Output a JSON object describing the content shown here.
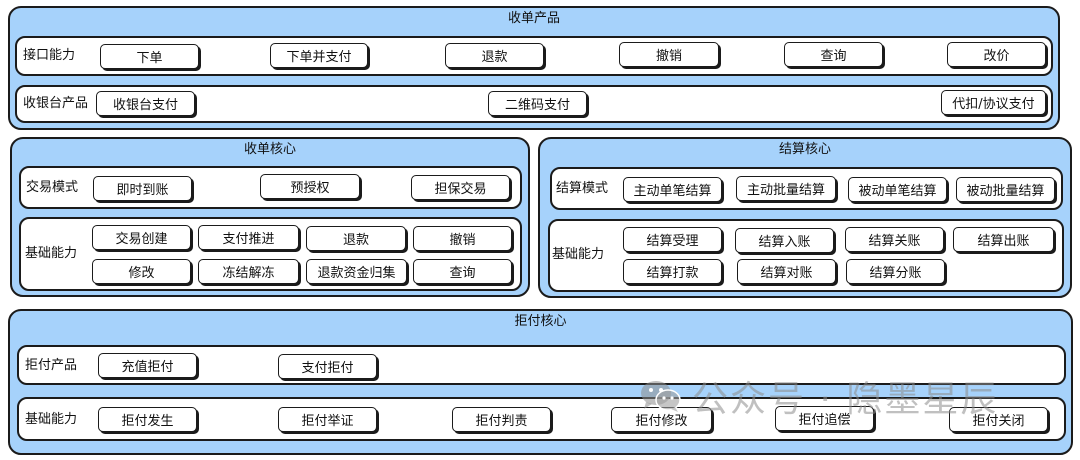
{
  "panels": {
    "order": {
      "title": "收单产品",
      "interface": {
        "label": "接口能力",
        "items": [
          "下单",
          "下单并支付",
          "退款",
          "撤销",
          "查询",
          "改价"
        ]
      },
      "cashier": {
        "label": "收银台产品",
        "items": [
          "收银台支付",
          "二维码支付",
          "代扣/协议支付"
        ]
      }
    },
    "acquiring_core": {
      "title": "收单核心",
      "mode": {
        "label": "交易模式",
        "items": [
          "即时到账",
          "预授权",
          "担保交易"
        ]
      },
      "basic": {
        "label": "基础能力",
        "items": [
          "交易创建",
          "支付推进",
          "退款",
          "撤销",
          "修改",
          "冻结解冻",
          "退款资金归集",
          "查询"
        ]
      }
    },
    "settlement_core": {
      "title": "结算核心",
      "mode": {
        "label": "结算模式",
        "items": [
          "主动单笔结算",
          "主动批量结算",
          "被动单笔结算",
          "被动批量结算"
        ]
      },
      "basic": {
        "label": "基础能力",
        "items": [
          "结算受理",
          "结算入账",
          "结算关账",
          "结算出账",
          "结算打款",
          "结算对账",
          "结算分账"
        ]
      }
    },
    "chargeback_core": {
      "title": "拒付核心",
      "product": {
        "label": "拒付产品",
        "items": [
          "充值拒付",
          "支付拒付"
        ]
      },
      "basic": {
        "label": "基础能力",
        "items": [
          "拒付发生",
          "拒付举证",
          "拒付判责",
          "拒付修改",
          "拒付追偿",
          "拒付关闭"
        ]
      }
    }
  },
  "watermark": {
    "text": "公众号 · 隐墨星辰",
    "icon": "wechat-icon"
  },
  "colors": {
    "panel_fill": "#a6d2fb",
    "row_fill": "#ffffff",
    "stroke": "#1b1b1b"
  }
}
